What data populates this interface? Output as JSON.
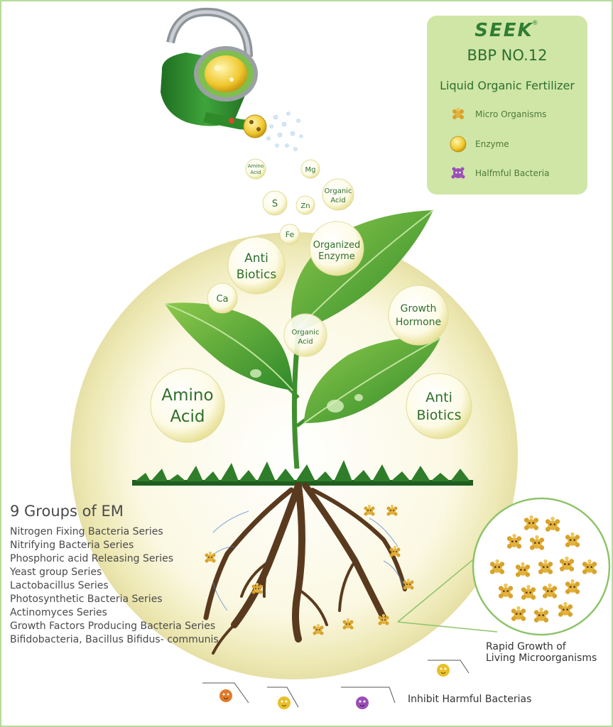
{
  "brand": {
    "name": "SEEK",
    "mark": "®"
  },
  "product": {
    "name": "BBP NO.12",
    "subtitle": "Liquid Organic Fertilizer"
  },
  "legend": [
    {
      "label": "Micro Organisms",
      "icon": "micro-organism-icon"
    },
    {
      "label": "Enzyme",
      "icon": "enzyme-icon"
    },
    {
      "label": "Halfmful Bacteria",
      "icon": "harmful-bacteria-icon"
    }
  ],
  "bubbles": {
    "amino_small": [
      "Amino",
      "Acid"
    ],
    "mg": "Mg",
    "organic_acid_top": [
      "Organic",
      "Acid"
    ],
    "s": "S",
    "zn": "Zn",
    "fe": "Fe",
    "organized_enzyme": [
      "Organized",
      "Enzyme"
    ],
    "anti_biotics_left": [
      "Anti",
      "Biotics"
    ],
    "ca": "Ca",
    "growth_hormone": [
      "Growth",
      "Hormone"
    ],
    "organic_acid_mid": [
      "Organic",
      "Acid"
    ],
    "amino_large": [
      "Amino",
      "Acid"
    ],
    "anti_biotics_right": [
      "Anti",
      "Biotics"
    ]
  },
  "em_groups": {
    "title": "9 Groups of EM",
    "items": [
      "Nitrogen Fixing Bacteria Series",
      "Nitrifying Bacteria Series",
      "Phosphoric acid Releasing Series",
      "Yeast group Series",
      "Lactobacillus Series",
      "Photosynthetic Bacteria Series",
      "Actinomyces Series",
      "Growth Factors Producing Bacteria Series",
      "Bifidobacteria, Bacillus Bifidus- communis"
    ]
  },
  "notes": {
    "rapid_growth": [
      "Rapid Growth of",
      "Living Microorganisms"
    ],
    "inhibit": "Inhibit Harmful Bacterias"
  },
  "colors": {
    "leaf": "#5aa83a",
    "leaf_dark": "#2f7d2a",
    "root": "#5a3a1e",
    "panel": "#cfe6a6",
    "bubble_text": "#2f6e2a",
    "microbe": "#e3b23c",
    "harmful_purple": "#9b4fb6"
  }
}
